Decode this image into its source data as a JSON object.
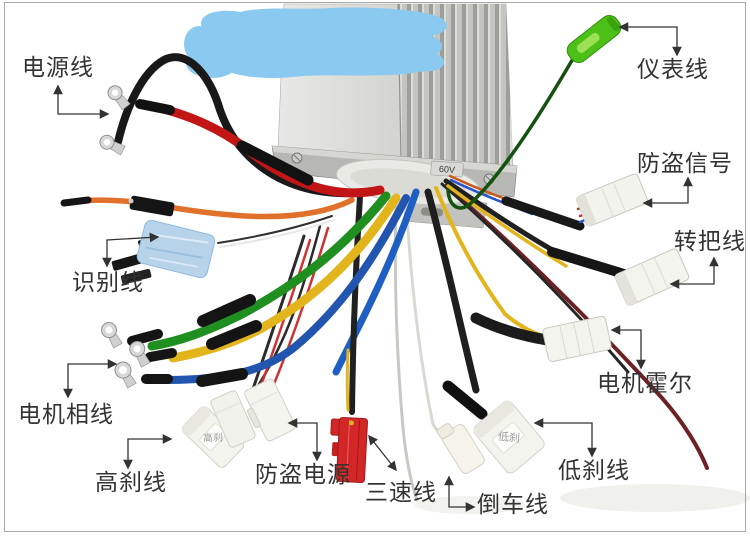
{
  "image_type": "annotated product photo of e-bike brushless motor controller wiring",
  "controller": {
    "voltage_tag": "60V"
  },
  "labels": {
    "power_line": "电源线",
    "meter_line": "仪表线",
    "antitheft_signal": "防盗信号",
    "throttle_line": "转把线",
    "motor_hall": "电机霍尔",
    "id_line": "识别线",
    "motor_phase": "电机相线",
    "high_brake": "高刹线",
    "antitheft_power": "防盗电源",
    "three_speed": "三速线",
    "reverse_line": "倒车线",
    "low_brake": "低刹线"
  },
  "connector_imprints": {
    "high_brake": "高刹",
    "low_brake": "低刹"
  },
  "colors": {
    "background": "#ffffff",
    "border": "#a9a9a9",
    "label_text": "#333333",
    "scribble": "#8bcaf0",
    "controller_silver": "#cfcfcb",
    "wire_red": "#c21616",
    "wire_black": "#191919",
    "wire_orange": "#e0702a",
    "wire_green_phase": "#1f8f1f",
    "wire_yellow_phase": "#e2b51c",
    "wire_blue": "#2255b0",
    "wire_dark_green_meter": "#15520f",
    "connector_red": "#d32727",
    "connector_green": "#4cc017",
    "connector_white": "#f4f4ef",
    "id_tape_blue": "#b7d3ea"
  }
}
